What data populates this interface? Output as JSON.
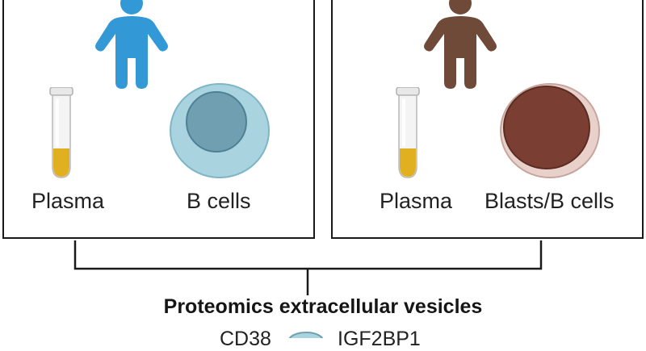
{
  "colors": {
    "healthy_person": "#3399d6",
    "patient_person": "#704a39",
    "plasma_fluid": "#e0b020",
    "b_cell_outer": "#a8d3df",
    "b_cell_nucleus": "#6f9fb1",
    "blast_outer": "#e9d1cb",
    "blast_nucleus": "#7a3e32",
    "line": "#1a1a1a"
  },
  "left_panel": {
    "person_icon": "person-icon",
    "labels": [
      "Plasma",
      "B cells"
    ]
  },
  "right_panel": {
    "person_icon": "person-icon",
    "labels": [
      "Plasma",
      "Blasts/B cells"
    ]
  },
  "title": "Proteomics extracellular vesicles",
  "bottom_labels": [
    "CD38",
    "IGF2BP1"
  ]
}
